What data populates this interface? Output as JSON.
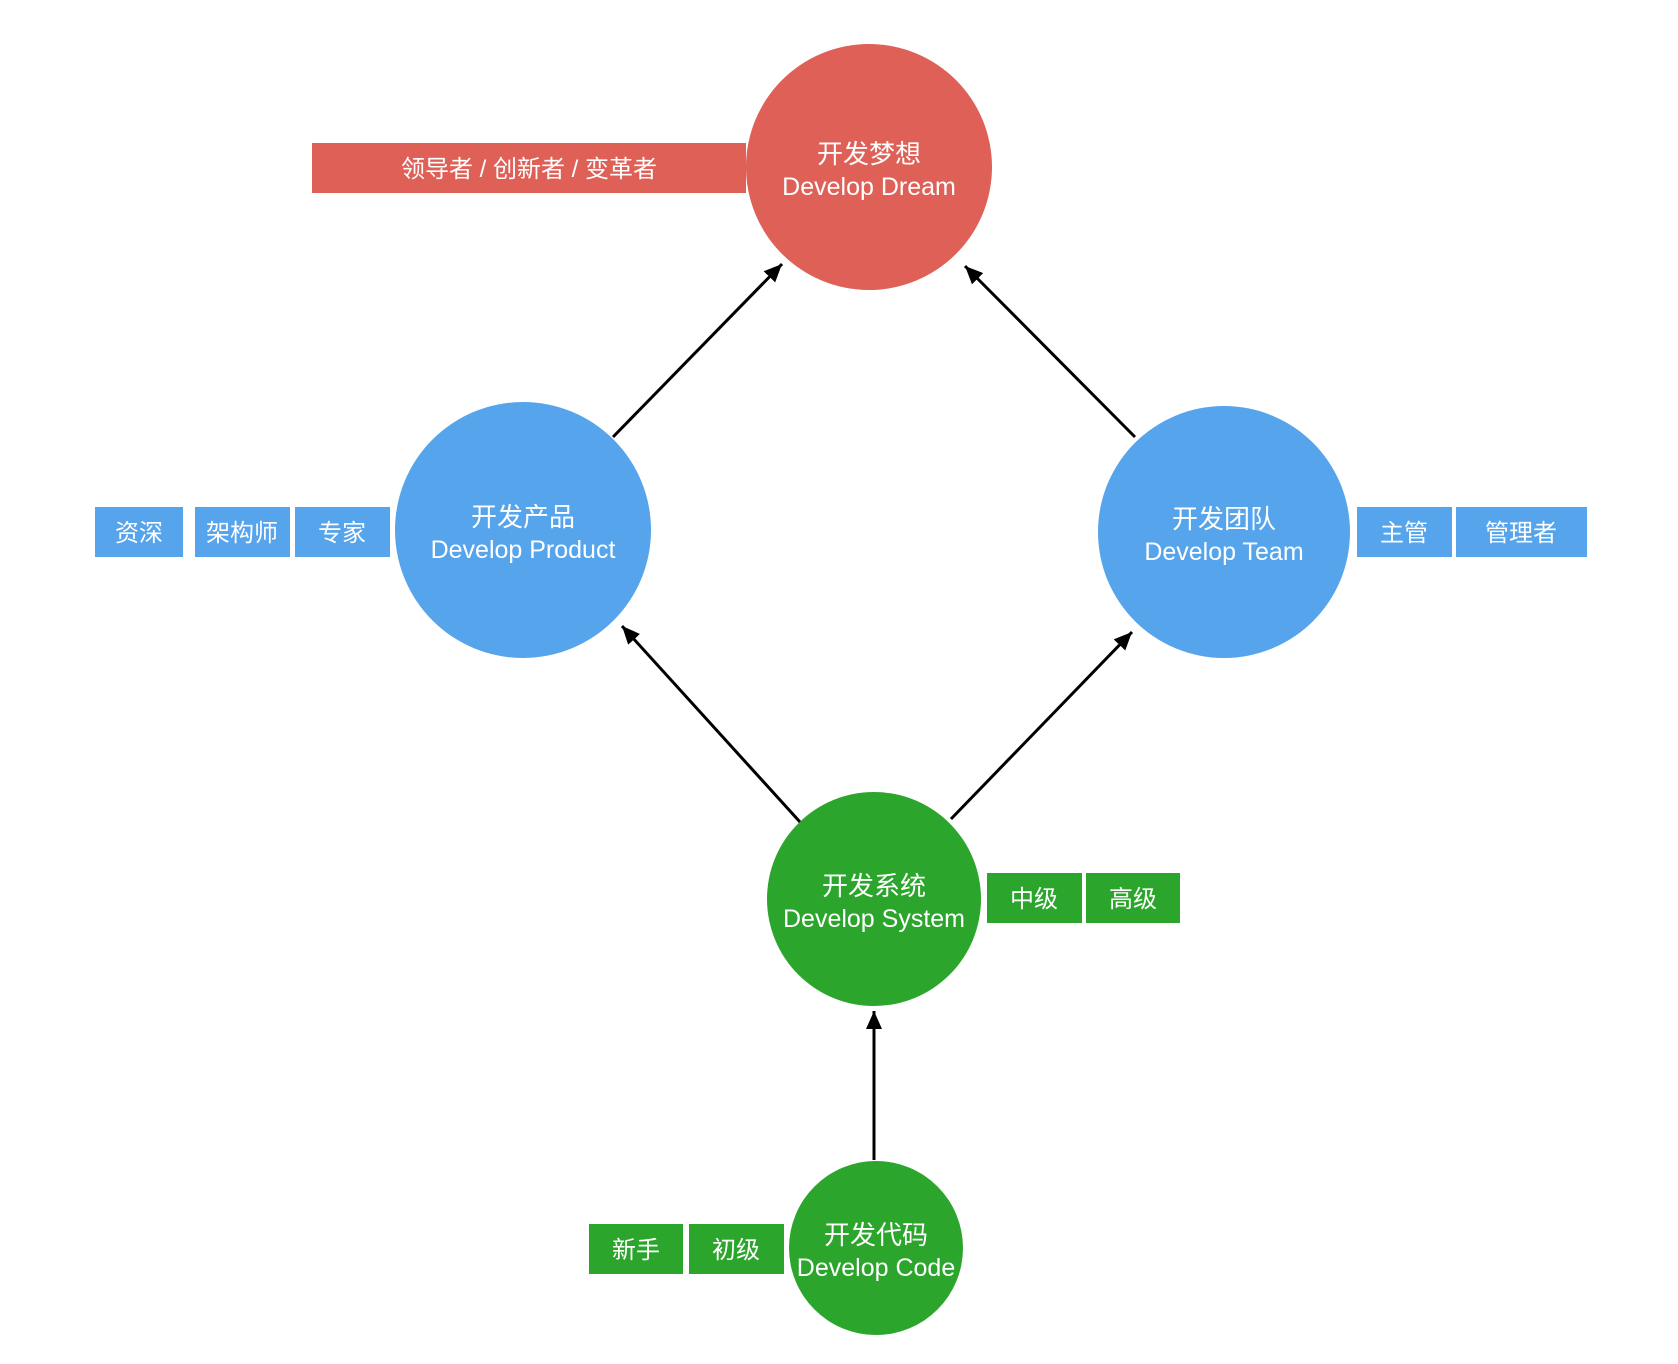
{
  "diagram": {
    "title": "Developer growth path diagram",
    "nodes": {
      "dream": {
        "zh": "开发梦想",
        "en": "Develop Dream"
      },
      "product": {
        "zh": "开发产品",
        "en": "Develop Product"
      },
      "team": {
        "zh": "开发团队",
        "en": "Develop Team"
      },
      "system": {
        "zh": "开发系统",
        "en": "Develop System"
      },
      "code": {
        "zh": "开发代码",
        "en": "Develop Code"
      }
    },
    "badges": {
      "dream": [
        "领导者 / 创新者 / 变革者"
      ],
      "product": [
        "资深",
        "架构师",
        "专家"
      ],
      "team": [
        "主管",
        "管理者"
      ],
      "system": [
        "中级",
        "高级"
      ],
      "code": [
        "新手",
        "初级"
      ]
    },
    "edges": [
      {
        "from": "develop-code",
        "to": "develop-system"
      },
      {
        "from": "develop-system",
        "to": "develop-product"
      },
      {
        "from": "develop-system",
        "to": "develop-team"
      },
      {
        "from": "develop-product",
        "to": "develop-dream"
      },
      {
        "from": "develop-team",
        "to": "develop-dream"
      }
    ]
  },
  "colors": {
    "red": "#df6057",
    "blue": "#56a4ec",
    "green": "#2ba52b",
    "edge": "#000000",
    "label_text": "#ffffff",
    "background": "#ffffff"
  }
}
